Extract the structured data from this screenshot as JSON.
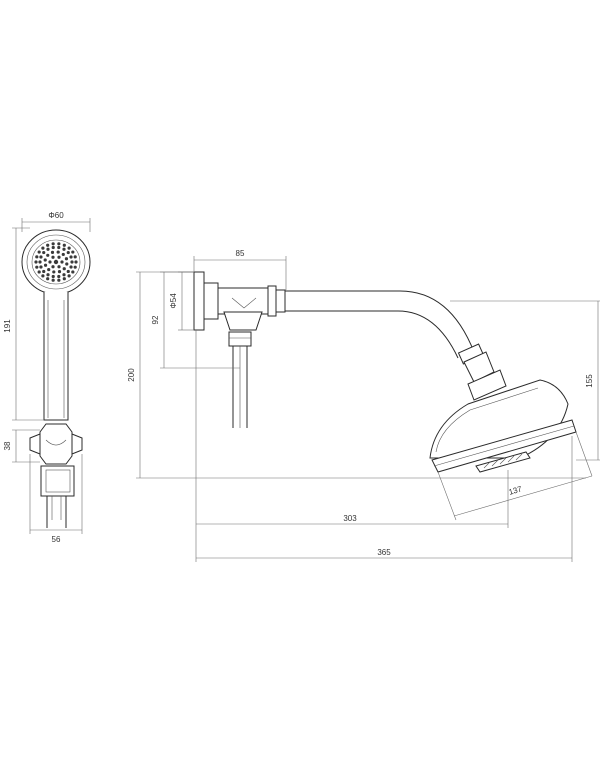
{
  "line_color": "#2b2b2b",
  "dimension_color": "#6d6d6d",
  "dimensions": {
    "handset_diameter": "Φ60",
    "handset_length": "191",
    "bracket_height": "38",
    "bracket_width": "56",
    "flange_width": "85",
    "flange_diameter": "Φ54",
    "outlet_height": "92",
    "overall_height": "200",
    "head_drop": "155",
    "head_diameter": "137",
    "head_projection": "303",
    "overall_projection": "365"
  }
}
